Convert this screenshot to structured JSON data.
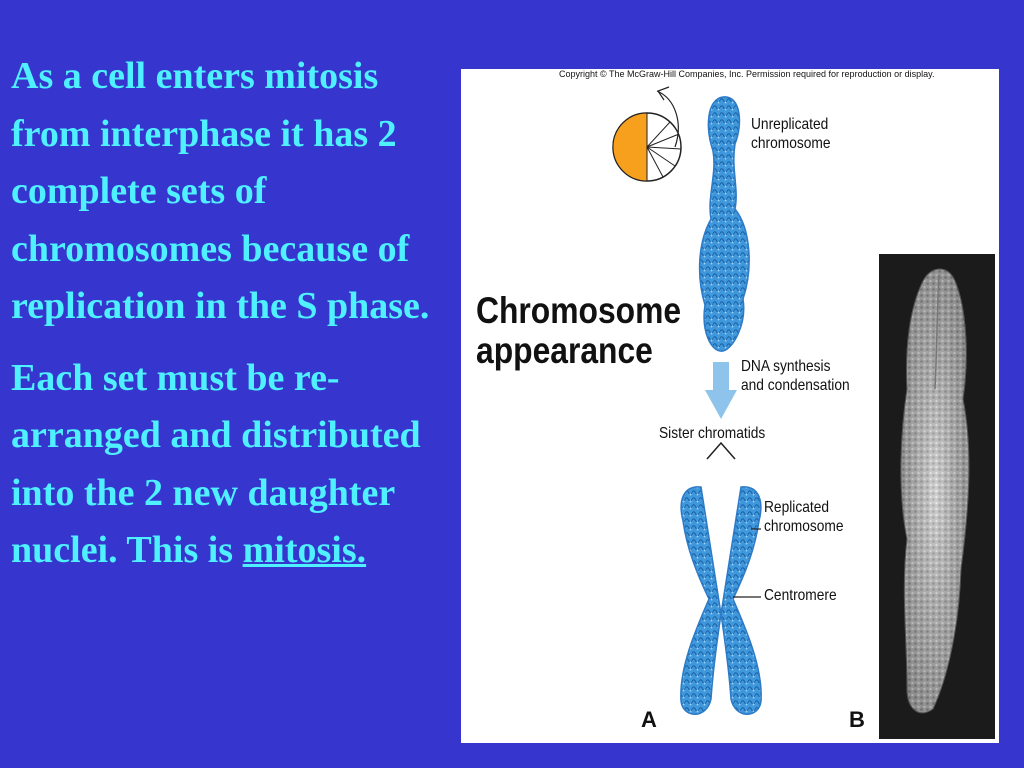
{
  "slide": {
    "paragraph1": "As a cell enters mitosis from interphase it has 2 complete sets of chromosomes because of replication in the S phase.",
    "paragraph2_text": "Each set must be re-arranged and distributed into the 2 new daughter nuclei. This is ",
    "paragraph2_term": "mitosis."
  },
  "figure": {
    "copyright": "Copyright © The McGraw-Hill Companies, Inc. Permission required for reproduction or display.",
    "title_line1": "Chromosome",
    "title_line2": "appearance",
    "label_unreplicated_1": "Unreplicated",
    "label_unreplicated_2": "chromosome",
    "label_dna_1": "DNA synthesis",
    "label_dna_2": "and condensation",
    "label_sister": "Sister chromatids",
    "label_replicated_1": "Replicated",
    "label_replicated_2": "chromosome",
    "label_centromere": "Centromere",
    "panel_a": "A",
    "panel_b": "B"
  },
  "colors": {
    "background": "#3636cf",
    "slide_text": "#4ff0ff",
    "chromosome_blue": "#3f97dc",
    "arrow_blue": "#8ec4ec",
    "cycle_orange": "#f7a01d"
  }
}
